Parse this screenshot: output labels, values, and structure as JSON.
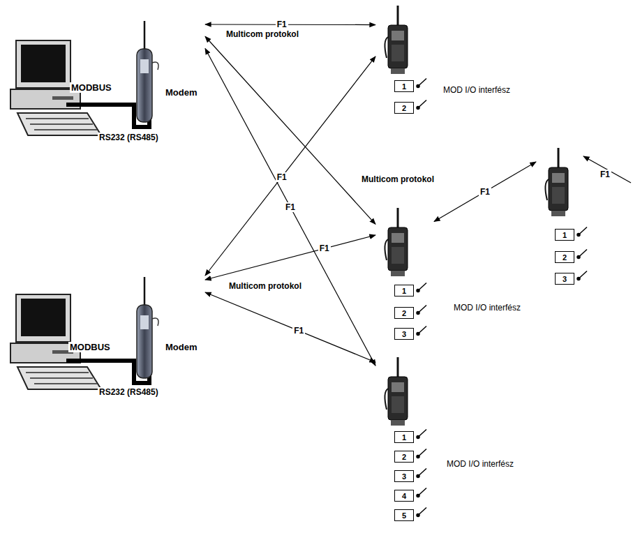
{
  "diagram": {
    "nodes": [
      {
        "text": [
          "Modem"
        ]
      },
      {
        "text": [
          "MOD I/O interfész"
        ]
      },
      {
        "text": [
          "1"
        ],
        "in": 1
      },
      {
        "text": [
          "2"
        ],
        "in": 1
      },
      {
        "text": [
          "MOD I/O interfész"
        ]
      },
      {
        "text": [
          "1"
        ],
        "in": 4
      },
      {
        "text": [
          "2"
        ],
        "in": 4
      },
      {
        "text": [
          "3"
        ],
        "in": 4
      },
      {
        "text": []
      },
      {
        "text": [
          "1"
        ],
        "in": 8
      },
      {
        "text": [
          "2"
        ],
        "in": 8
      },
      {
        "text": [
          "3"
        ],
        "in": 8
      },
      {
        "text": [
          "Modem"
        ]
      },
      {
        "text": [
          "MOD I/O interfész"
        ]
      },
      {
        "text": [
          "1"
        ],
        "in": 13
      },
      {
        "text": [
          "2"
        ],
        "in": 13
      },
      {
        "text": [
          "3"
        ],
        "in": 13
      },
      {
        "text": [
          "4"
        ],
        "in": 13
      },
      {
        "text": [
          "5"
        ],
        "in": 13
      }
    ],
    "edges": [
      {
        "from": 0,
        "to": 1,
        "label": "F1",
        "arrow": "both"
      },
      {
        "from": 0,
        "to": 4,
        "arrow": "both"
      },
      {
        "from": 0,
        "to": 13,
        "label": "F1",
        "arrow": "both"
      },
      {
        "from": 12,
        "to": 1,
        "label": "F1",
        "arrow": "both"
      },
      {
        "from": 12,
        "to": 4,
        "label": "F1",
        "arrow": "both"
      },
      {
        "from": 12,
        "to": 13,
        "label": "F1",
        "arrow": "both"
      },
      {
        "from": 4,
        "to": 8,
        "label": "F1",
        "arrow": "both"
      }
    ],
    "labels": [
      "Multicom protokol",
      "MODBUS",
      "RS232 (RS485)",
      "Multicom protokol",
      "F1",
      "Multicom protokol",
      "MODBUS",
      "RS232 (RS485)"
    ]
  }
}
